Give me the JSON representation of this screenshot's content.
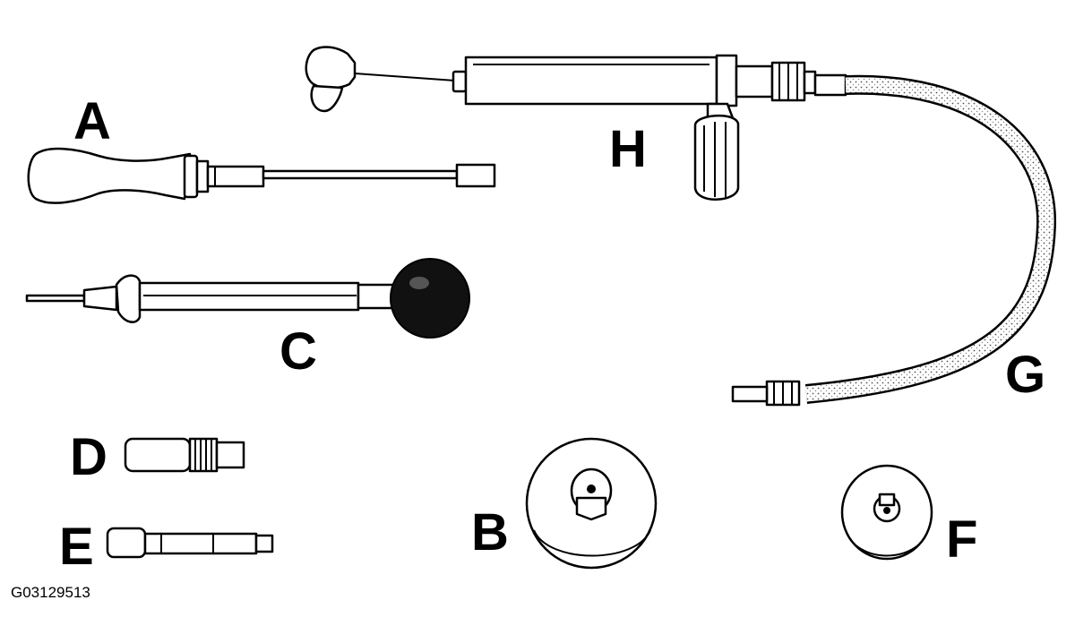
{
  "labels": {
    "a": "A",
    "b": "B",
    "c": "C",
    "d": "D",
    "e": "E",
    "f": "F",
    "g": "G",
    "h": "H"
  },
  "figure_id": "G03129513"
}
